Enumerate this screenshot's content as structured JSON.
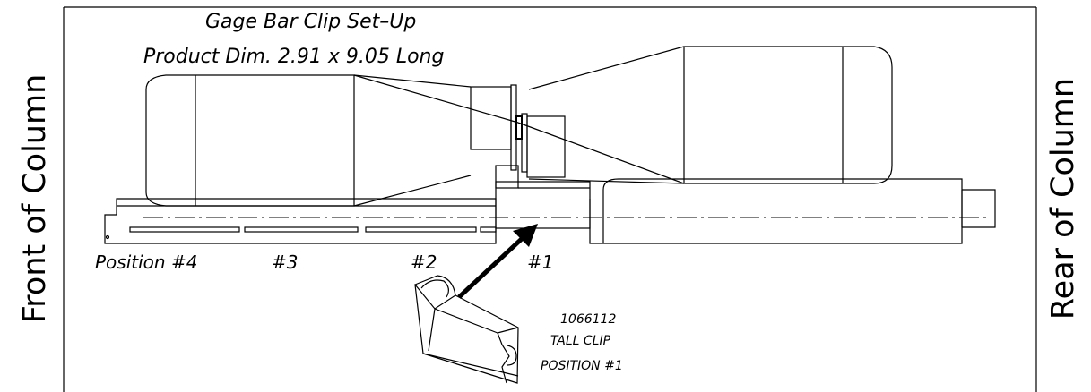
{
  "side_labels": {
    "front": "Front of Column",
    "rear": "Rear of Column"
  },
  "title": {
    "line1": "Gage Bar Clip Set–Up",
    "line2": "Product Dim. 2.91 x 9.05 Long"
  },
  "positions": [
    "Position #4",
    "#3",
    "#2",
    "#1"
  ],
  "clip_note": {
    "part_number": "1066112",
    "name": "TALL CLIP",
    "position": "POSITION #1"
  }
}
